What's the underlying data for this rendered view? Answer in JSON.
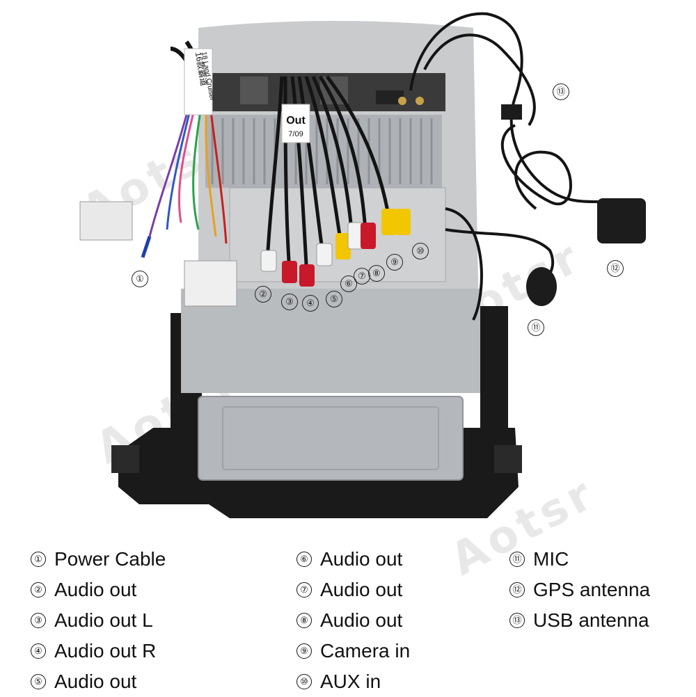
{
  "watermark": "Aotsr",
  "callouts": [
    "①",
    "②",
    "③",
    "④",
    "⑤",
    "⑥",
    "⑦",
    "⑧",
    "⑨",
    "⑩",
    "⑪",
    "⑫",
    "⑬"
  ],
  "device_labels": {
    "harness_tag": "16款霸道",
    "harness_tag_2": "18 Land Cruiser",
    "audio_tag": "Out",
    "audio_tag_2": "7/09"
  },
  "legend": [
    {
      "num": "①",
      "label": "Power Cable"
    },
    {
      "num": "②",
      "label": "Audio out"
    },
    {
      "num": "③",
      "label": "Audio out L"
    },
    {
      "num": "④",
      "label": "Audio out R"
    },
    {
      "num": "⑤",
      "label": "Audio out"
    },
    {
      "num": "⑥",
      "label": "Audio out"
    },
    {
      "num": "⑦",
      "label": "Audio out"
    },
    {
      "num": "⑧",
      "label": "Audio out"
    },
    {
      "num": "⑨",
      "label": "Camera in"
    },
    {
      "num": "⑩",
      "label": "AUX in"
    },
    {
      "num": "⑪",
      "label": "MIC"
    },
    {
      "num": "⑫",
      "label": "GPS antenna"
    },
    {
      "num": "⑬",
      "label": "USB antenna"
    }
  ],
  "colors": {
    "chassis": "#c9cbcd",
    "chassis_dark": "#9ea2a6",
    "bezel": "#1a1a1a",
    "rca_red": "#c8192a",
    "rca_white": "#f2f2f2",
    "rca_yellow": "#f2c600",
    "cable": "#141414"
  }
}
